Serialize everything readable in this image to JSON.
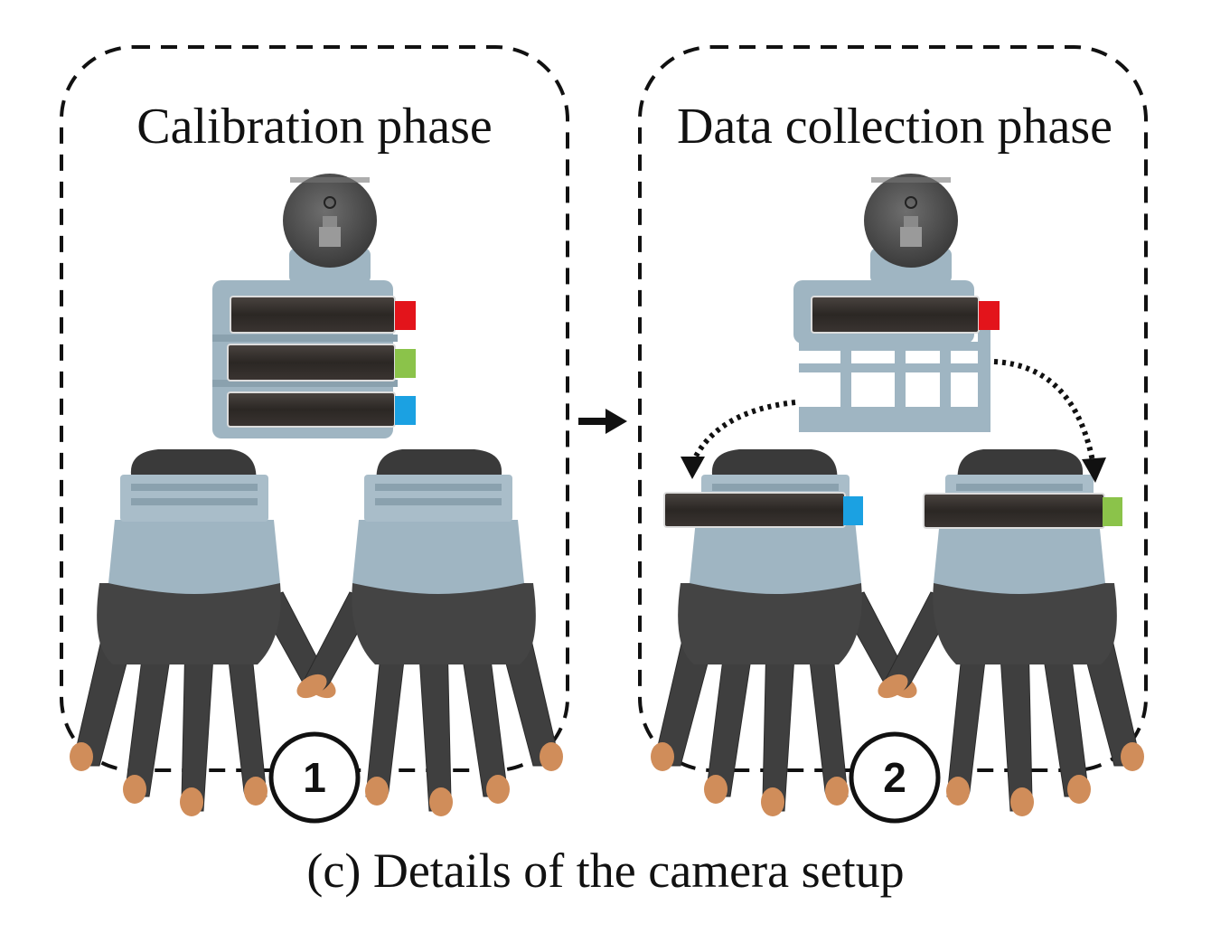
{
  "panels": [
    {
      "title": "Calibration phase",
      "badge": "1"
    },
    {
      "title": "Data collection phase",
      "badge": "2"
    }
  ],
  "caption": "(c) Details of the camera setup",
  "colors": {
    "tag_red": "#e3141b",
    "tag_green": "#8bc34a",
    "tag_blue": "#1ba1e2",
    "mount": "#9fb5c2",
    "mount_dark": "#8aa1ae",
    "camera_bar": "#2e2a27",
    "glove": "#3f3f3f",
    "fingertip": "#d08d5a",
    "camera_body": "#5a5a5a"
  },
  "icons": [
    "camera-icon",
    "camera-bar-icon",
    "glove-icon",
    "arrow-right-icon",
    "dotted-arrow-icon"
  ]
}
